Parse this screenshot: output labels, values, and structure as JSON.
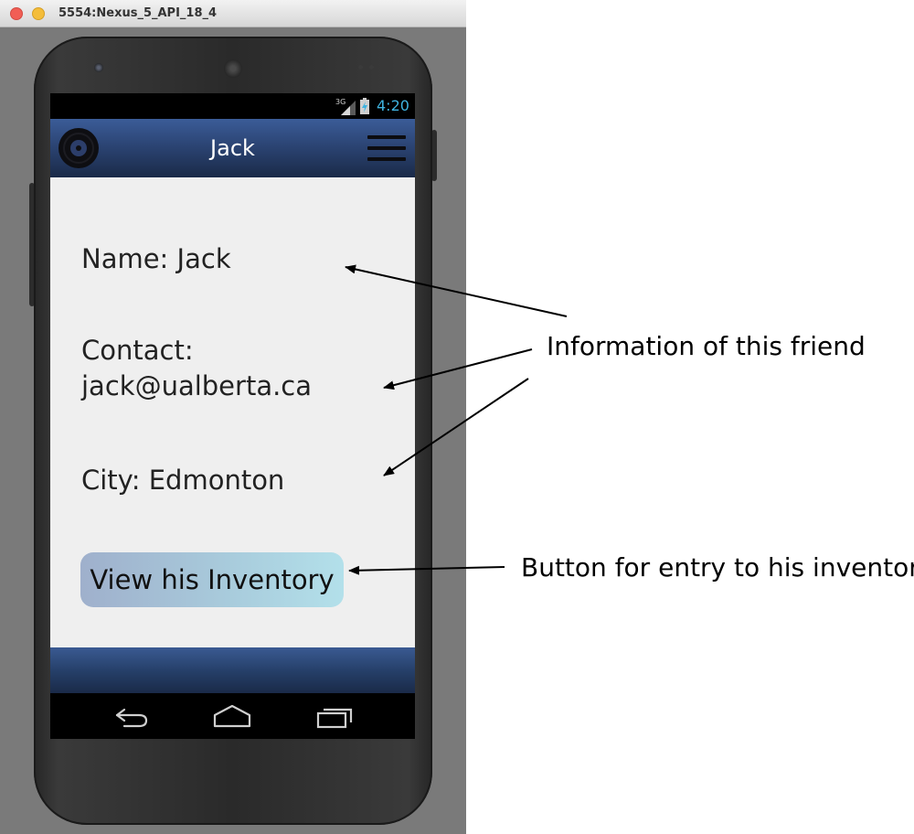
{
  "window": {
    "title": "5554:Nexus_5_API_18_4"
  },
  "status_bar": {
    "network": "3G",
    "time": "4:20"
  },
  "action_bar": {
    "title": "Jack",
    "app_icon": "vinyl-record-icon",
    "menu_icon": "hamburger-menu-icon"
  },
  "profile": {
    "name_line": "Name: Jack",
    "contact_label": "Contact:",
    "contact_value": "jack@ualberta.ca",
    "city_line": "City: Edmonton",
    "inventory_button_label": "View his Inventory"
  },
  "nav_bar": {
    "back_icon": "back-arrow-icon",
    "home_icon": "home-icon",
    "recent_icon": "recent-apps-icon"
  },
  "annotations": {
    "info": "Information of this friend",
    "button": "Button for entry to his inventory"
  },
  "colors": {
    "action_bar": "#2a4270",
    "clock": "#3fb3e0",
    "content_bg": "#efefef",
    "button_start": "#9fb0cc",
    "button_end": "#b3e0ea"
  }
}
